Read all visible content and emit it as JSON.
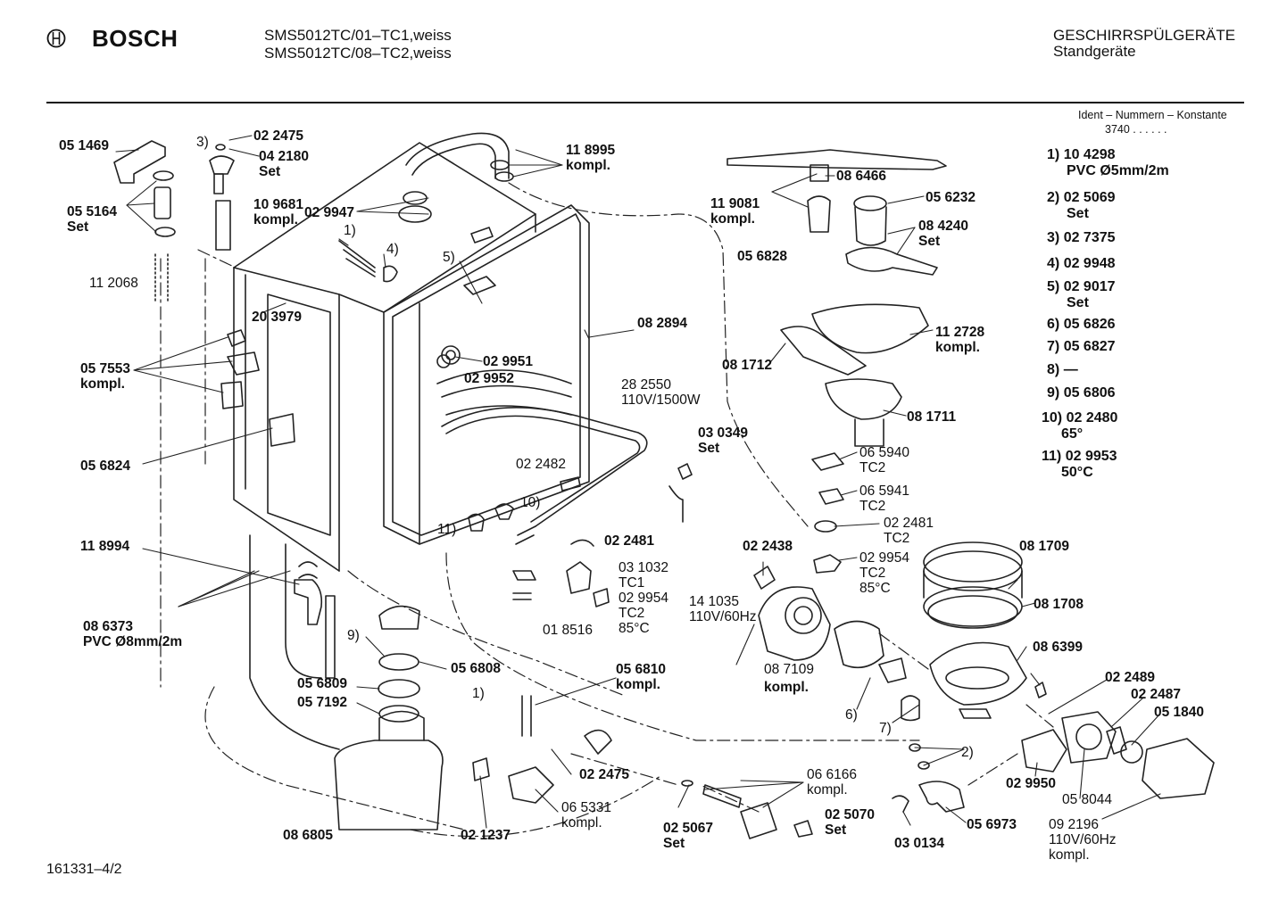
{
  "brand": {
    "name": "BOSCH"
  },
  "header": {
    "model_line1": "SMS5012TC/01–TC1,weiss",
    "model_line2": "SMS5012TC/08–TC2,weiss",
    "category_line1": "GESCHIRRSPÜLGERÄTE",
    "category_line2": "Standgeräte"
  },
  "ident": {
    "title": "Ident – Nummern – Konstante",
    "value": "3740 . . . . . ."
  },
  "legend": [
    {
      "num": "1)",
      "part": "10 4298",
      "note": "PVC Ø5mm/2m"
    },
    {
      "num": "2)",
      "part": "02 5069",
      "note": "Set"
    },
    {
      "num": "3)",
      "part": "02 7375",
      "note": ""
    },
    {
      "num": "4)",
      "part": "02 9948",
      "note": ""
    },
    {
      "num": "5)",
      "part": "02 9017",
      "note": "Set"
    },
    {
      "num": "6)",
      "part": "05 6826",
      "note": ""
    },
    {
      "num": "7)",
      "part": "05 6827",
      "note": ""
    },
    {
      "num": "8)",
      "part": "—",
      "note": ""
    },
    {
      "num": "9)",
      "part": "05 6806",
      "note": ""
    },
    {
      "num": "10)",
      "part": "02 2480",
      "note": "65°"
    },
    {
      "num": "11)",
      "part": "02 9953",
      "note": "50°C"
    }
  ],
  "labels": [
    {
      "id": "l1",
      "lines": [
        "05 1469"
      ],
      "bold": true
    },
    {
      "id": "l2",
      "lines": [
        "3)"
      ],
      "bold": false
    },
    {
      "id": "l3",
      "lines": [
        "02 2475"
      ],
      "bold": true
    },
    {
      "id": "l4",
      "lines": [
        "04 2180",
        "Set"
      ],
      "bold": true
    },
    {
      "id": "l5",
      "lines": [
        "05 5164",
        "Set"
      ],
      "bold": true
    },
    {
      "id": "l6",
      "lines": [
        "10 9681",
        "kompl."
      ],
      "bold": true
    },
    {
      "id": "l7",
      "lines": [
        "11 8995",
        "kompl."
      ],
      "bold": true
    },
    {
      "id": "l8",
      "lines": [
        "02 9947"
      ],
      "bold": true
    },
    {
      "id": "l9",
      "lines": [
        "1)"
      ],
      "bold": false
    },
    {
      "id": "l10",
      "lines": [
        "4)"
      ],
      "bold": false
    },
    {
      "id": "l11",
      "lines": [
        "5)"
      ],
      "bold": false
    },
    {
      "id": "l12",
      "lines": [
        "11 2068"
      ],
      "bold": false
    },
    {
      "id": "l13",
      "lines": [
        "20 3979"
      ],
      "bold": true
    },
    {
      "id": "l14",
      "lines": [
        "08 2894"
      ],
      "bold": true
    },
    {
      "id": "l15",
      "lines": [
        "02 9951"
      ],
      "bold": true
    },
    {
      "id": "l16",
      "lines": [
        "02 9952"
      ],
      "bold": true
    },
    {
      "id": "l17",
      "lines": [
        "05 7553",
        "kompl."
      ],
      "bold": true
    },
    {
      "id": "l18",
      "lines": [
        "28 2550",
        "110V/1500W"
      ],
      "bold": false
    },
    {
      "id": "l19",
      "lines": [
        "03 0349",
        "Set"
      ],
      "bold": true
    },
    {
      "id": "l20",
      "lines": [
        "05 6824"
      ],
      "bold": true
    },
    {
      "id": "l21",
      "lines": [
        "02 2482"
      ],
      "bold": false
    },
    {
      "id": "l22",
      "lines": [
        "10)"
      ],
      "bold": false
    },
    {
      "id": "l23",
      "lines": [
        "11)"
      ],
      "bold": false
    },
    {
      "id": "l24",
      "lines": [
        "02 2481"
      ],
      "bold": true
    },
    {
      "id": "l25",
      "lines": [
        "11 8994"
      ],
      "bold": true
    },
    {
      "id": "l26",
      "lines": [
        "03 1032",
        "TC1",
        "02 9954",
        "TC2",
        "85°C"
      ],
      "bold": false
    },
    {
      "id": "l27",
      "lines": [
        "01 8516"
      ],
      "bold": false
    },
    {
      "id": "l28",
      "lines": [
        "08 6373",
        "PVC Ø8mm/2m"
      ],
      "bold": true
    },
    {
      "id": "l29",
      "lines": [
        "9)"
      ],
      "bold": false
    },
    {
      "id": "l30",
      "lines": [
        "05 6808"
      ],
      "bold": true
    },
    {
      "id": "l31",
      "lines": [
        "05 6810",
        "kompl."
      ],
      "bold": true
    },
    {
      "id": "l32",
      "lines": [
        "05 6809"
      ],
      "bold": true
    },
    {
      "id": "l33",
      "lines": [
        "05 7192"
      ],
      "bold": true
    },
    {
      "id": "l34",
      "lines": [
        "1)"
      ],
      "bold": false
    },
    {
      "id": "l35",
      "lines": [
        "02 2475"
      ],
      "bold": true
    },
    {
      "id": "l36",
      "lines": [
        "06 5331",
        "kompl."
      ],
      "bold": false
    },
    {
      "id": "l37",
      "lines": [
        "08 6805"
      ],
      "bold": true
    },
    {
      "id": "l38",
      "lines": [
        "02 1237"
      ],
      "bold": true
    },
    {
      "id": "l39",
      "lines": [
        "06 6166",
        "kompl."
      ],
      "bold": false
    },
    {
      "id": "l40",
      "lines": [
        "02 5067",
        "Set"
      ],
      "bold": true
    },
    {
      "id": "l41",
      "lines": [
        "02 5070",
        "Set"
      ],
      "bold": true
    },
    {
      "id": "l42",
      "lines": [
        "11 9081",
        "kompl."
      ],
      "bold": true
    },
    {
      "id": "l43",
      "lines": [
        "08 6466"
      ],
      "bold": true
    },
    {
      "id": "l44",
      "lines": [
        "05 6232"
      ],
      "bold": true
    },
    {
      "id": "l45",
      "lines": [
        "08 4240",
        "Set"
      ],
      "bold": true
    },
    {
      "id": "l46",
      "lines": [
        "05 6828"
      ],
      "bold": true
    },
    {
      "id": "l47",
      "lines": [
        "11 2728",
        "kompl."
      ],
      "bold": true
    },
    {
      "id": "l48",
      "lines": [
        "08 1712"
      ],
      "bold": true
    },
    {
      "id": "l49",
      "lines": [
        "08 1711"
      ],
      "bold": true
    },
    {
      "id": "l50",
      "lines": [
        "06 5940",
        "TC2"
      ],
      "bold": false
    },
    {
      "id": "l51",
      "lines": [
        "06 5941",
        "TC2"
      ],
      "bold": false
    },
    {
      "id": "l52",
      "lines": [
        "02 2481",
        "TC2"
      ],
      "bold": false
    },
    {
      "id": "l53",
      "lines": [
        "02 9954",
        "TC2",
        "85°C"
      ],
      "bold": false
    },
    {
      "id": "l54",
      "lines": [
        "02 2438"
      ],
      "bold": true
    },
    {
      "id": "l55",
      "lines": [
        "08 1709"
      ],
      "bold": true
    },
    {
      "id": "l56",
      "lines": [
        "08 1708"
      ],
      "bold": true
    },
    {
      "id": "l57",
      "lines": [
        "14 1035",
        "110V/60Hz"
      ],
      "bold": false
    },
    {
      "id": "l58",
      "lines": [
        "08 6399"
      ],
      "bold": true
    },
    {
      "id": "l59",
      "lines": [
        "08 7109"
      ],
      "bold": false
    },
    {
      "id": "l60",
      "lines": [
        "kompl."
      ],
      "bold": true
    },
    {
      "id": "l61",
      "lines": [
        "6)"
      ],
      "bold": false
    },
    {
      "id": "l62",
      "lines": [
        "7)"
      ],
      "bold": false
    },
    {
      "id": "l63",
      "lines": [
        "02 2489"
      ],
      "bold": true
    },
    {
      "id": "l64",
      "lines": [
        "02 2487"
      ],
      "bold": true
    },
    {
      "id": "l65",
      "lines": [
        "05 1840"
      ],
      "bold": true
    },
    {
      "id": "l66",
      "lines": [
        "2)"
      ],
      "bold": false
    },
    {
      "id": "l67",
      "lines": [
        "02 9950"
      ],
      "bold": true
    },
    {
      "id": "l68",
      "lines": [
        "05 8044"
      ],
      "bold": false
    },
    {
      "id": "l69",
      "lines": [
        "09 2196",
        "110V/60Hz",
        "kompl."
      ],
      "bold": false
    },
    {
      "id": "l70",
      "lines": [
        "05 6973"
      ],
      "bold": true
    },
    {
      "id": "l71",
      "lines": [
        "03 0134"
      ],
      "bold": true
    }
  ],
  "footer": {
    "doc_number": "161331–4/2"
  }
}
